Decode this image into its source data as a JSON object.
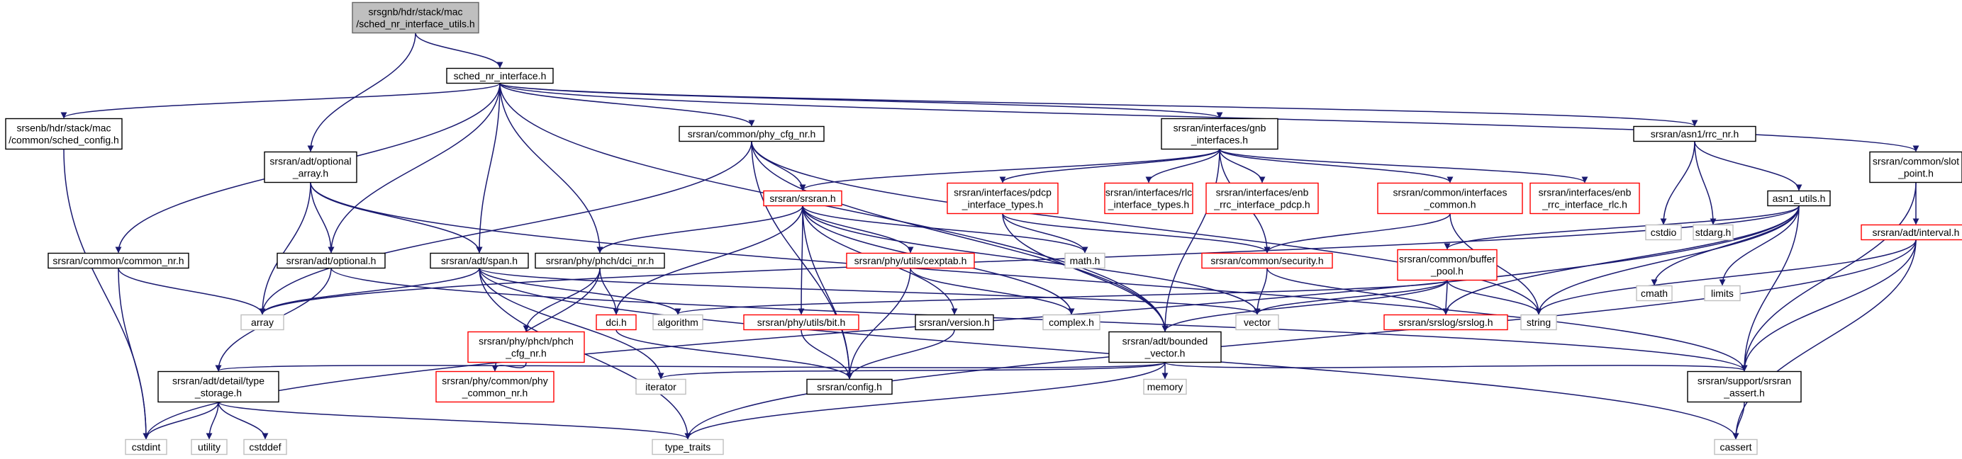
{
  "graph_data": {
    "type": "include-dependency-graph",
    "colors": {
      "root_fill": "#bfbfbf",
      "normal": "#000000",
      "missing": "#ff0000",
      "external": "#bfbfbf",
      "edge": "#191970"
    },
    "nodes": [
      {
        "id": "root",
        "lines": [
          "srsgnb/hdr/stack/mac",
          "/sched_nr_interface_utils.h"
        ],
        "style": "root"
      },
      {
        "id": "sched_nr_interface",
        "lines": [
          "sched_nr_interface.h"
        ],
        "style": "normal"
      },
      {
        "id": "sched_config",
        "lines": [
          "srsenb/hdr/stack/mac",
          "/common/sched_config.h"
        ],
        "style": "normal"
      },
      {
        "id": "optional_array",
        "lines": [
          "srsran/adt/optional",
          "_array.h"
        ],
        "style": "normal"
      },
      {
        "id": "phy_cfg_nr",
        "lines": [
          "srsran/common/phy_cfg_nr.h"
        ],
        "style": "normal"
      },
      {
        "id": "gnb_interfaces",
        "lines": [
          "srsran/interfaces/gnb",
          "_interfaces.h"
        ],
        "style": "normal"
      },
      {
        "id": "rrc_nr",
        "lines": [
          "srsran/asn1/rrc_nr.h"
        ],
        "style": "normal"
      },
      {
        "id": "slot_point",
        "lines": [
          "srsran/common/slot",
          "_point.h"
        ],
        "style": "normal"
      },
      {
        "id": "common_nr",
        "lines": [
          "srsran/common/common_nr.h"
        ],
        "style": "normal"
      },
      {
        "id": "adt_optional",
        "lines": [
          "srsran/adt/optional.h"
        ],
        "style": "normal"
      },
      {
        "id": "adt_span",
        "lines": [
          "srsran/adt/span.h"
        ],
        "style": "normal"
      },
      {
        "id": "dci_nr",
        "lines": [
          "srsran/phy/phch/dci_nr.h"
        ],
        "style": "normal"
      },
      {
        "id": "srsran_h",
        "lines": [
          "srsran/srsran.h"
        ],
        "style": "missing"
      },
      {
        "id": "pdcp_types",
        "lines": [
          "srsran/interfaces/pdcp",
          "_interface_types.h"
        ],
        "style": "missing"
      },
      {
        "id": "rlc_types",
        "lines": [
          "srsran/interfaces/rlc",
          "_interface_types.h"
        ],
        "style": "missing"
      },
      {
        "id": "enb_rrc_pdcp",
        "lines": [
          "srsran/interfaces/enb",
          "_rrc_interface_pdcp.h"
        ],
        "style": "missing"
      },
      {
        "id": "interfaces_common",
        "lines": [
          "srsran/common/interfaces",
          "_common.h"
        ],
        "style": "missing"
      },
      {
        "id": "enb_rrc_rlc",
        "lines": [
          "srsran/interfaces/enb",
          "_rrc_interface_rlc.h"
        ],
        "style": "missing"
      },
      {
        "id": "cstdio",
        "lines": [
          "cstdio"
        ],
        "style": "external"
      },
      {
        "id": "stdarg",
        "lines": [
          "stdarg.h"
        ],
        "style": "external"
      },
      {
        "id": "asn1_utils",
        "lines": [
          "asn1_utils.h"
        ],
        "style": "normal"
      },
      {
        "id": "adt_interval",
        "lines": [
          "srsran/adt/interval.h"
        ],
        "style": "missing"
      },
      {
        "id": "cexptab",
        "lines": [
          "srsran/phy/utils/cexptab.h"
        ],
        "style": "missing"
      },
      {
        "id": "math_h",
        "lines": [
          "math.h"
        ],
        "style": "external"
      },
      {
        "id": "security_h",
        "lines": [
          "srsran/common/security.h"
        ],
        "style": "missing"
      },
      {
        "id": "buffer_pool",
        "lines": [
          "srsran/common/buffer",
          "_pool.h"
        ],
        "style": "missing"
      },
      {
        "id": "cmath",
        "lines": [
          "cmath"
        ],
        "style": "external"
      },
      {
        "id": "limits",
        "lines": [
          "limits"
        ],
        "style": "external"
      },
      {
        "id": "array",
        "lines": [
          "array"
        ],
        "style": "external"
      },
      {
        "id": "dci_h",
        "lines": [
          "dci.h"
        ],
        "style": "missing"
      },
      {
        "id": "algorithm",
        "lines": [
          "algorithm"
        ],
        "style": "external"
      },
      {
        "id": "phch_cfg_nr",
        "lines": [
          "srsran/phy/phch/phch",
          "_cfg_nr.h"
        ],
        "style": "missing"
      },
      {
        "id": "bit_h",
        "lines": [
          "srsran/phy/utils/bit.h"
        ],
        "style": "missing"
      },
      {
        "id": "version_h",
        "lines": [
          "srsran/version.h"
        ],
        "style": "normal"
      },
      {
        "id": "complex_h",
        "lines": [
          "complex.h"
        ],
        "style": "external"
      },
      {
        "id": "bounded_vector",
        "lines": [
          "srsran/adt/bounded",
          "_vector.h"
        ],
        "style": "normal"
      },
      {
        "id": "vector",
        "lines": [
          "vector"
        ],
        "style": "external"
      },
      {
        "id": "srslog",
        "lines": [
          "srsran/srslog/srslog.h"
        ],
        "style": "missing"
      },
      {
        "id": "string",
        "lines": [
          "string"
        ],
        "style": "external"
      },
      {
        "id": "type_storage",
        "lines": [
          "srsran/adt/detail/type",
          "_storage.h"
        ],
        "style": "normal"
      },
      {
        "id": "phy_common_nr",
        "lines": [
          "srsran/phy/common/phy",
          "_common_nr.h"
        ],
        "style": "missing"
      },
      {
        "id": "iterator",
        "lines": [
          "iterator"
        ],
        "style": "external"
      },
      {
        "id": "config_h",
        "lines": [
          "srsran/config.h"
        ],
        "style": "normal"
      },
      {
        "id": "memory",
        "lines": [
          "memory"
        ],
        "style": "external"
      },
      {
        "id": "srsran_assert",
        "lines": [
          "srsran/support/srsran",
          "_assert.h"
        ],
        "style": "normal"
      },
      {
        "id": "cstdint",
        "lines": [
          "cstdint"
        ],
        "style": "external"
      },
      {
        "id": "utility",
        "lines": [
          "utility"
        ],
        "style": "external"
      },
      {
        "id": "cstddef",
        "lines": [
          "cstddef"
        ],
        "style": "external"
      },
      {
        "id": "type_traits",
        "lines": [
          "type_traits"
        ],
        "style": "external"
      },
      {
        "id": "cassert",
        "lines": [
          "cassert"
        ],
        "style": "external"
      }
    ],
    "edges": [
      [
        "root",
        "sched_nr_interface"
      ],
      [
        "root",
        "optional_array"
      ],
      [
        "sched_nr_interface",
        "sched_config"
      ],
      [
        "sched_nr_interface",
        "phy_cfg_nr"
      ],
      [
        "sched_nr_interface",
        "gnb_interfaces"
      ],
      [
        "sched_nr_interface",
        "rrc_nr"
      ],
      [
        "sched_nr_interface",
        "slot_point"
      ],
      [
        "sched_nr_interface",
        "common_nr"
      ],
      [
        "sched_nr_interface",
        "adt_optional"
      ],
      [
        "sched_nr_interface",
        "adt_span"
      ],
      [
        "sched_nr_interface",
        "dci_nr"
      ],
      [
        "sched_nr_interface",
        "bounded_vector"
      ],
      [
        "sched_config",
        "cstdint"
      ],
      [
        "optional_array",
        "adt_optional"
      ],
      [
        "optional_array",
        "adt_span"
      ],
      [
        "optional_array",
        "array"
      ],
      [
        "optional_array",
        "srsran_assert"
      ],
      [
        "phy_cfg_nr",
        "srsran_h"
      ],
      [
        "phy_cfg_nr",
        "config_h"
      ],
      [
        "phy_cfg_nr",
        "array"
      ],
      [
        "phy_cfg_nr",
        "bounded_vector"
      ],
      [
        "phy_cfg_nr",
        "string"
      ],
      [
        "gnb_interfaces",
        "srsran_h"
      ],
      [
        "gnb_interfaces",
        "pdcp_types"
      ],
      [
        "gnb_interfaces",
        "rlc_types"
      ],
      [
        "gnb_interfaces",
        "enb_rrc_pdcp"
      ],
      [
        "gnb_interfaces",
        "interfaces_common"
      ],
      [
        "gnb_interfaces",
        "enb_rrc_rlc"
      ],
      [
        "gnb_interfaces",
        "security_h"
      ],
      [
        "gnb_interfaces",
        "bounded_vector"
      ],
      [
        "rrc_nr",
        "cstdio"
      ],
      [
        "rrc_nr",
        "stdarg"
      ],
      [
        "rrc_nr",
        "asn1_utils"
      ],
      [
        "slot_point",
        "adt_interval"
      ],
      [
        "slot_point",
        "srsran_assert"
      ],
      [
        "common_nr",
        "array"
      ],
      [
        "common_nr",
        "cstdint"
      ],
      [
        "adt_optional",
        "type_storage"
      ],
      [
        "adt_optional",
        "srsran_assert"
      ],
      [
        "adt_span",
        "array"
      ],
      [
        "adt_span",
        "algorithm"
      ],
      [
        "adt_span",
        "iterator"
      ],
      [
        "adt_span",
        "type_traits"
      ],
      [
        "adt_span",
        "cassert"
      ],
      [
        "adt_span",
        "vector"
      ],
      [
        "dci_nr",
        "dci_h"
      ],
      [
        "dci_nr",
        "phch_cfg_nr"
      ],
      [
        "dci_nr",
        "phy_common_nr"
      ],
      [
        "srsran_h",
        "dci_nr"
      ],
      [
        "srsran_h",
        "cexptab"
      ],
      [
        "srsran_h",
        "math_h"
      ],
      [
        "srsran_h",
        "complex_h"
      ],
      [
        "srsran_h",
        "bit_h"
      ],
      [
        "srsran_h",
        "version_h"
      ],
      [
        "srsran_h",
        "config_h"
      ],
      [
        "srsran_h",
        "dci_h"
      ],
      [
        "srsran_h",
        "vector"
      ],
      [
        "pdcp_types",
        "math_h"
      ],
      [
        "pdcp_types",
        "security_h"
      ],
      [
        "pdcp_types",
        "bounded_vector"
      ],
      [
        "interfaces_common",
        "security_h"
      ],
      [
        "interfaces_common",
        "string"
      ],
      [
        "asn1_utils",
        "array"
      ],
      [
        "asn1_utils",
        "cmath"
      ],
      [
        "asn1_utils",
        "limits"
      ],
      [
        "asn1_utils",
        "string"
      ],
      [
        "asn1_utils",
        "buffer_pool"
      ],
      [
        "asn1_utils",
        "srslog"
      ],
      [
        "asn1_utils",
        "srsran_assert"
      ],
      [
        "asn1_utils",
        "cstdint"
      ],
      [
        "adt_interval",
        "string"
      ],
      [
        "adt_interval",
        "srsran_assert"
      ],
      [
        "adt_interval",
        "cassert"
      ],
      [
        "adt_interval",
        "type_traits"
      ],
      [
        "cexptab",
        "complex_h"
      ],
      [
        "cexptab",
        "config_h"
      ],
      [
        "security_h",
        "vector"
      ],
      [
        "security_h",
        "srslog"
      ],
      [
        "buffer_pool",
        "srslog"
      ],
      [
        "buffer_pool",
        "string"
      ],
      [
        "buffer_pool",
        "vector"
      ],
      [
        "buffer_pool",
        "algorithm"
      ],
      [
        "buffer_pool",
        "bounded_vector"
      ],
      [
        "phch_cfg_nr",
        "phy_common_nr"
      ],
      [
        "bit_h",
        "config_h"
      ],
      [
        "version_h",
        "config_h"
      ],
      [
        "dci_h",
        "config_h"
      ],
      [
        "bounded_vector",
        "type_storage"
      ],
      [
        "bounded_vector",
        "iterator"
      ],
      [
        "bounded_vector",
        "memory"
      ],
      [
        "bounded_vector",
        "type_traits"
      ],
      [
        "bounded_vector",
        "srsran_assert"
      ],
      [
        "type_storage",
        "cstdint"
      ],
      [
        "type_storage",
        "utility"
      ],
      [
        "type_storage",
        "cstddef"
      ],
      [
        "type_storage",
        "type_traits"
      ],
      [
        "srsran_assert",
        "cassert"
      ]
    ]
  }
}
